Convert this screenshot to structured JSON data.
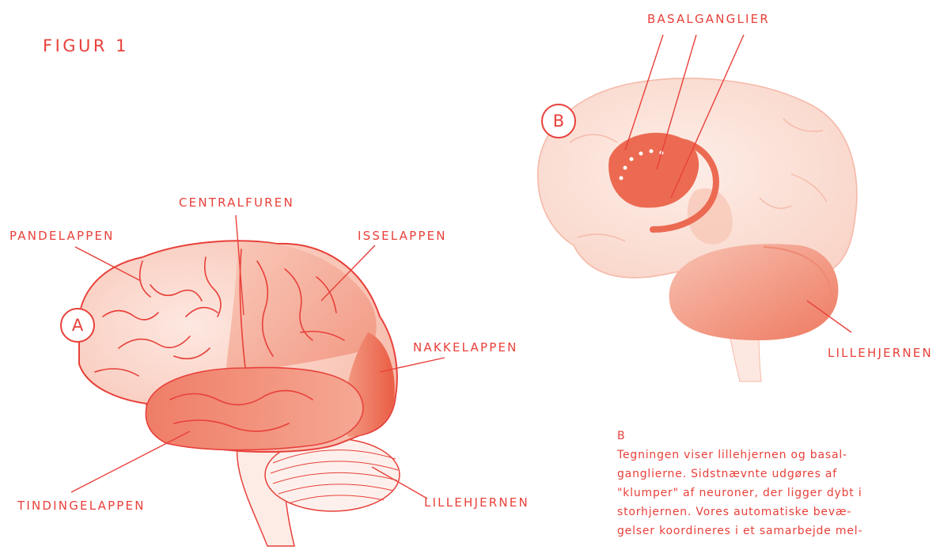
{
  "figure_title": "FIGUR 1",
  "brain_a": {
    "badge": "A",
    "labels": {
      "pandelappen": "PANDELAPPEN",
      "centralfuren": "CENTRALFUREN",
      "isselappen": "ISSELAPPEN",
      "nakkelappen": "NAKKELAPPEN",
      "tindingelappen": "TINDINGELAPPEN",
      "lillehjernen": "LILLEHJERNEN"
    }
  },
  "brain_b": {
    "badge": "B",
    "labels": {
      "basalganglier": "BASALGANGLIER",
      "lillehjernen": "LILLEHJERNEN"
    }
  },
  "caption": {
    "heading": "B",
    "text": "Tegningen viser lillehjernen og basal-\nganglierne. Sidstnævnte udgøres af\n\"klumper\" af neuroner, der ligger dybt i\nstorhjernen. Vores automatiske bevæ-\ngelser koordineres i et samarbejde mel-"
  },
  "colors": {
    "accent": "#e8403a",
    "brain_light": "#fbd9cf",
    "brain_mid": "#f4a58f",
    "brain_dark": "#ec6a52",
    "brain_faint": "#fde8e1"
  }
}
